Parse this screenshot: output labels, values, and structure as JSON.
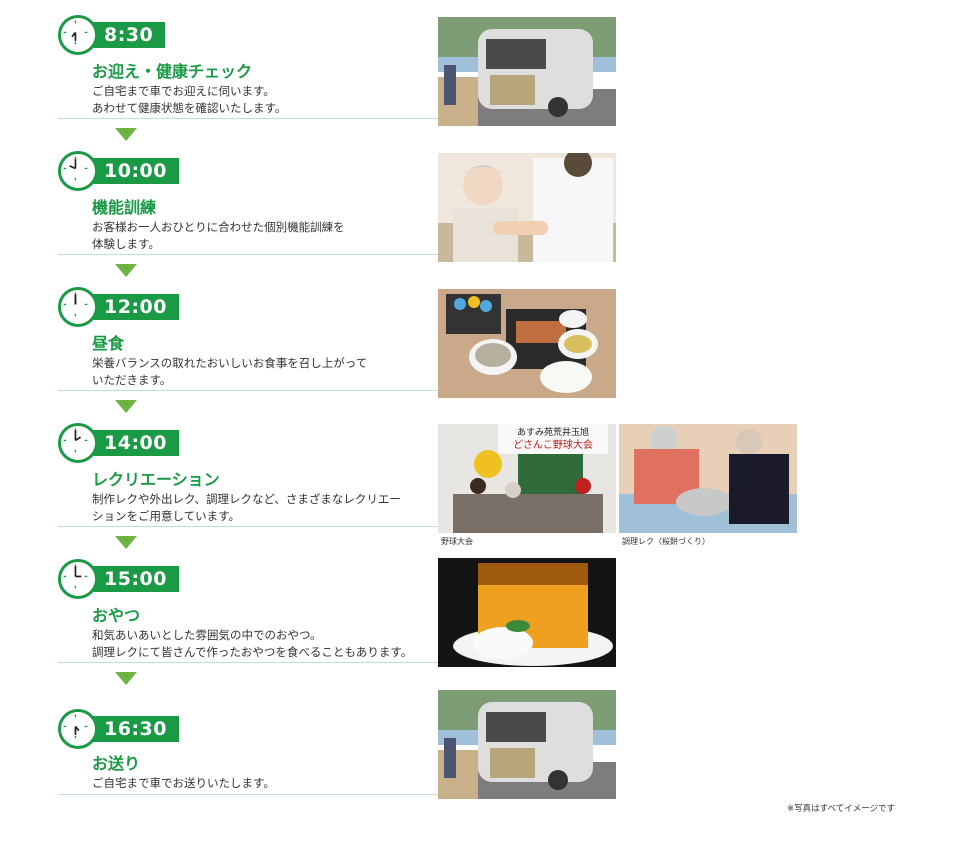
{
  "schedule": [
    {
      "time": "8:30",
      "title": "お迎え・健康チェック",
      "desc1": "ご自宅まで車でお迎えに伺います。",
      "desc2": "あわせて健康状態を確認いたします。"
    },
    {
      "time": "10:00",
      "title": "機能訓練",
      "desc1": "お客様お一人おひとりに合わせた個別機能訓練を",
      "desc2": "体験します。"
    },
    {
      "time": "12:00",
      "title": "昼食",
      "desc1": "栄養バランスの取れたおいしいお食事を召し上がって",
      "desc2": "いただきます。"
    },
    {
      "time": "14:00",
      "title": "レクリエーション",
      "desc1": "制作レクや外出レク、調理レクなど、さまざまなレクリエー",
      "desc2": "ションをご用意しています。"
    },
    {
      "time": "15:00",
      "title": "おやつ",
      "desc1": "和気あいあいとした雰囲気の中でのおやつ。",
      "desc2": "調理レクにて皆さんで作ったおやつを食べることもあります。"
    },
    {
      "time": "16:30",
      "title": "お送り",
      "desc1": "ご自宅まで車でお送りいたします。",
      "desc2": ""
    }
  ],
  "captions": {
    "baseball": "野球大会",
    "cooking": "調理レク（桜餅づくり）"
  },
  "banner": {
    "line1": "あすみ苑荒井玉旭",
    "line2": "どさんこ野球大会"
  },
  "note": "※写真はすべてイメージです",
  "colors": {
    "green": "#1a9a45",
    "arrow": "#6db33f"
  }
}
